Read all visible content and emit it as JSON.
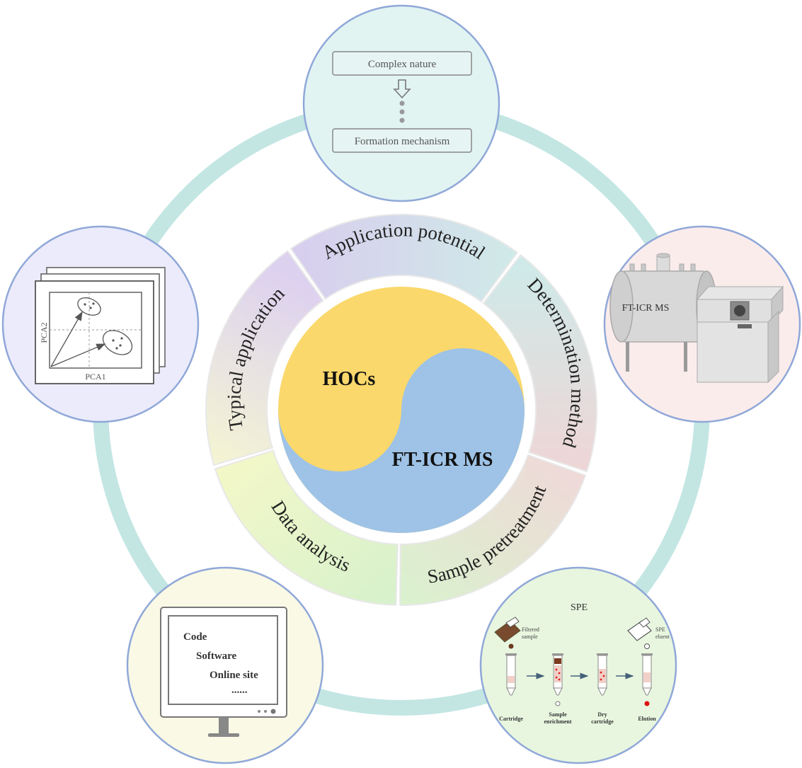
{
  "center": {
    "top_label": "HOCs",
    "bottom_label": "FT-ICR MS",
    "top_color": "#fbd86b",
    "bottom_color": "#9ec3e6"
  },
  "ring_segments": [
    {
      "label": "Application potential",
      "colors": [
        "#d8cdee",
        "#cfeae8"
      ]
    },
    {
      "label": "Determination method",
      "colors": [
        "#cdebe9",
        "#efd5d6"
      ]
    },
    {
      "label": "Sample pretreatment",
      "colors": [
        "#f1d7d9",
        "#d9f2cd"
      ]
    },
    {
      "label": "Data analysis",
      "colors": [
        "#d6f1cc",
        "#f6f8c8"
      ]
    },
    {
      "label": "Typical application",
      "colors": [
        "#f5f6d2",
        "#ddd1f0"
      ]
    }
  ],
  "satellites": {
    "top": {
      "box1": "Complex nature",
      "box2": "Formation mechanism",
      "bg": "#e1f4f2"
    },
    "left": {
      "xlabel": "PCA1",
      "ylabel": "PCA2",
      "bg": "#ecebfb"
    },
    "right": {
      "label": "FT-ICR MS",
      "bg": "#fbecec"
    },
    "bottom_left": {
      "lines": [
        "Code",
        "Software",
        "Online site",
        "......"
      ],
      "bg": "#f9f9e6"
    },
    "bottom_right": {
      "title": "SPE",
      "filtered_sample": [
        "Filtered",
        "sample"
      ],
      "spe_eluent": [
        "SPE",
        "eluent"
      ],
      "steps": [
        [
          "Cartridge"
        ],
        [
          "Sample",
          "enrichment"
        ],
        [
          "Dry",
          "cartridge"
        ],
        [
          "Elution"
        ]
      ],
      "bg": "#e8f6df"
    }
  },
  "connector_color": "#c3e6e3",
  "border_color": "#90a8d8"
}
